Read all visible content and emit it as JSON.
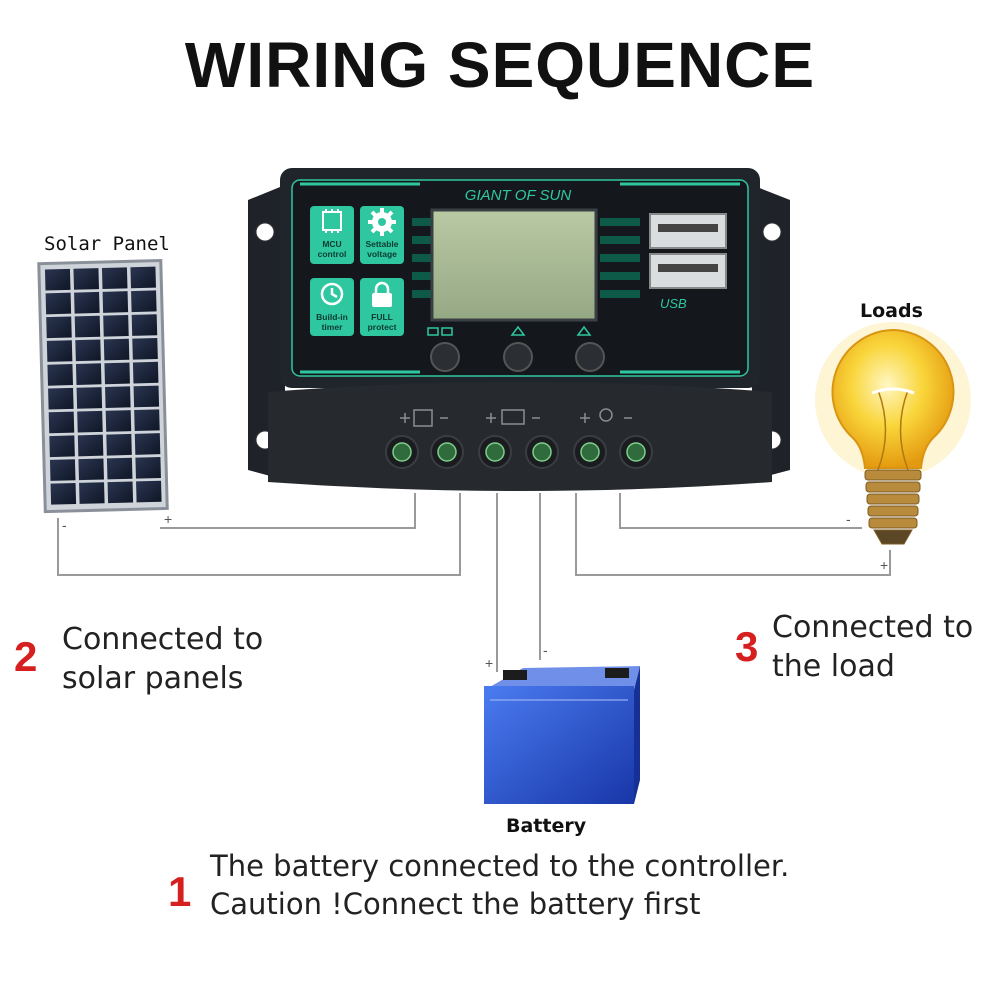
{
  "title": "WIRING SEQUENCE",
  "controller": {
    "brand": "GIANT OF SUN",
    "features": [
      {
        "icon": "mcu-chip-icon",
        "line1": "MCU",
        "line2": "control"
      },
      {
        "icon": "gear-icon",
        "line1": "Settable",
        "line2": "voltage"
      },
      {
        "icon": "clock-icon",
        "line1": "Build-in",
        "line2": "timer"
      },
      {
        "icon": "lock-icon",
        "line1": "FULL",
        "line2": "protect"
      }
    ],
    "usb_label": "USB"
  },
  "labels": {
    "solar_panel": "Solar Panel",
    "loads": "Loads",
    "battery": "Battery"
  },
  "steps": [
    {
      "number": "1",
      "line1": "The battery connected to the controller.",
      "line2": "Caution !Connect the battery first"
    },
    {
      "number": "2",
      "line1": "Connected to",
      "line2": "solar panels"
    },
    {
      "number": "3",
      "line1": "Connected to",
      "line2": "the load"
    }
  ],
  "colors": {
    "accent_green": "#2fc7a0",
    "step_red": "#d6201f",
    "battery_blue": "#1f4fd8",
    "bulb_yellow": "#f6c21a"
  }
}
